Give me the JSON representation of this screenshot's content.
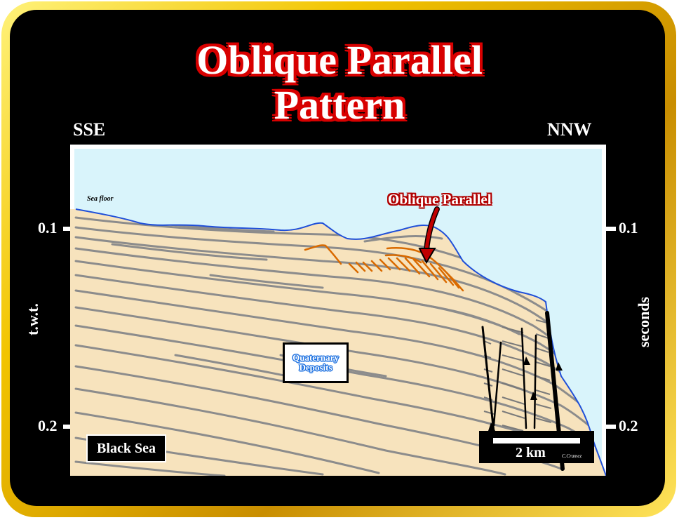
{
  "title": {
    "line1": "Oblique Parallel",
    "line2": "Pattern"
  },
  "directions": {
    "left": "SSE",
    "right": "NNW"
  },
  "axes": {
    "left_label": "t.w.t.",
    "right_label": "seconds",
    "ticks_left": [
      "0.1",
      "0.2"
    ],
    "ticks_right": [
      "0.1",
      "0.2"
    ]
  },
  "annotations": {
    "sea_floor": "Sea floor",
    "oblique_parallel": "Oblique Parallel",
    "deposits_line1": "Quaternary",
    "deposits_line2": "Deposits",
    "location": "Black Sea",
    "scale": "2 km",
    "credit": "C.Cramez"
  },
  "colors": {
    "frame_gold": "#f2c400",
    "title_outline": "#d80000",
    "sea": "#d9f4fb",
    "sediment": "#f7e3bd",
    "reflectors": "#8c8c8c",
    "seafloor_line": "#1f4fd8",
    "oblique_reflectors": "#d96a00",
    "faults": "#000000",
    "arrow": "#c00000"
  }
}
